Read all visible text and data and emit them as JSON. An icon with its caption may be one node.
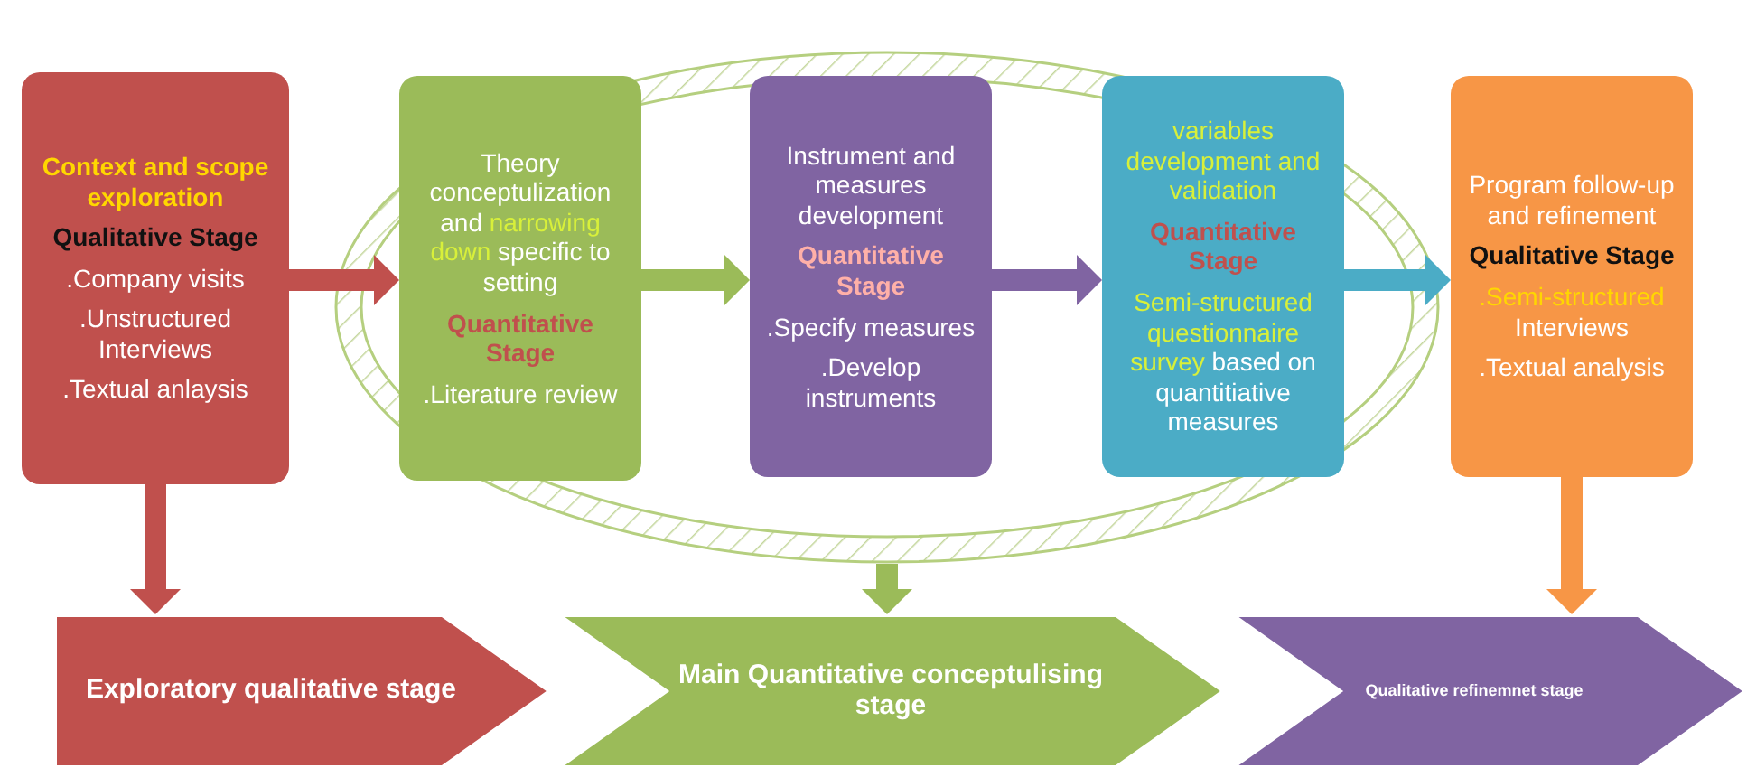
{
  "diagram": {
    "nodes": [
      {
        "text": [
          "Context and scope exploration",
          "Qualitative Stage",
          ".Company visits",
          ".Unstructured Interviews",
          ".Textual anlaysis"
        ]
      },
      {
        "text": [
          "Theory conceptulization and **narrowing down** specific to setting",
          "Quantitative Stage",
          ".Literature review"
        ],
        "in": 5
      },
      {
        "text": [
          "Instrument and measures development",
          "Quantitative Stage",
          ".Specify measures",
          ".Develop instruments"
        ],
        "in": 5
      },
      {
        "text": [
          "variables development and validation",
          "Quantitative Stage",
          "**Semi-structured questionnaire survey** based on quantitiative measures"
        ],
        "in": 5
      },
      {
        "text": [
          "Program follow-up and refinement",
          "Qualitative Stage",
          "**.Semi-structured** Interviews",
          ".Textual analysis"
        ]
      },
      {
        "text": [],
        "shape": "ellipse"
      },
      {
        "text": [
          "Exploratory qualitative stage"
        ]
      },
      {
        "text": [
          "Main Quantitative conceptulising stage"
        ]
      },
      {
        "text": [
          "Qualitative refinemnet stage"
        ]
      }
    ],
    "edges": [
      {
        "from": 0,
        "to": 1,
        "arrow": "to",
        "color": "#c0504d"
      },
      {
        "from": 1,
        "to": 2,
        "arrow": "to",
        "color": "#9bbb59"
      },
      {
        "from": 2,
        "to": 3,
        "arrow": "to",
        "color": "#8064a2"
      },
      {
        "from": 3,
        "to": 4,
        "arrow": "to",
        "color": "#4bacc6"
      },
      {
        "from": 0,
        "to": 6,
        "arrow": "to",
        "color": "#c0504d"
      },
      {
        "from": 5,
        "to": 7,
        "arrow": "to",
        "color": "#9bbb59"
      },
      {
        "from": 4,
        "to": 8,
        "arrow": "to",
        "color": "#f79646"
      }
    ]
  }
}
